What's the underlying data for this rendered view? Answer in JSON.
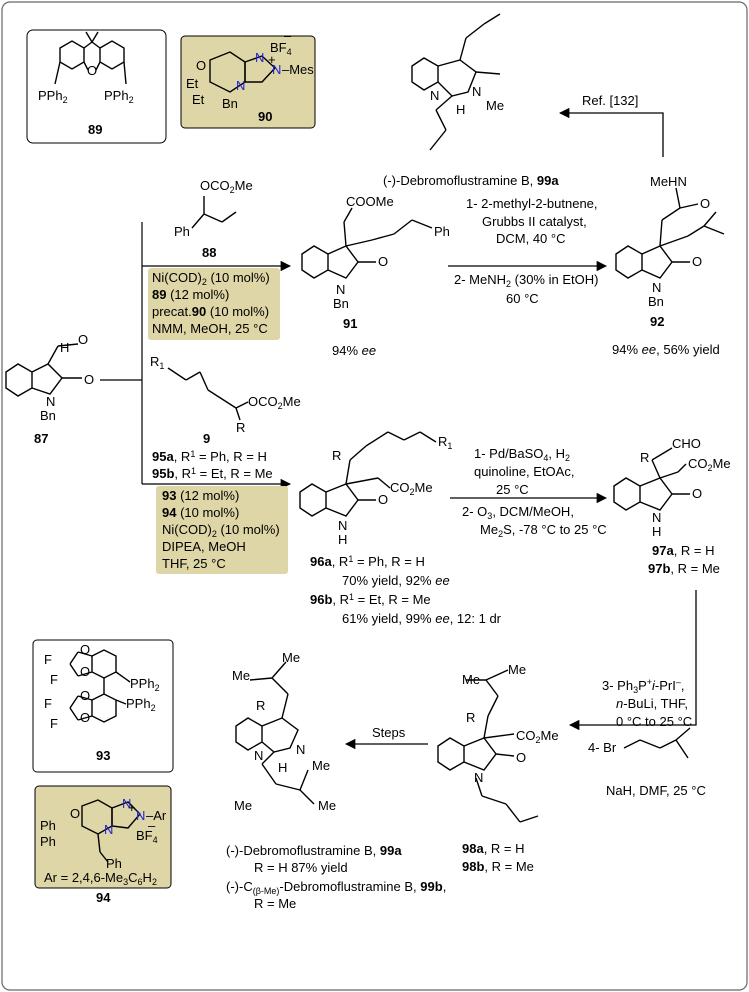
{
  "catalysts": {
    "c89": {
      "sub1": "PPh",
      "sub2": "PPh",
      "two": "2",
      "o": "O",
      "label": "89"
    },
    "c90": {
      "bf": "BF",
      "four": "4",
      "minus": "–",
      "n1": "N",
      "n2": "N",
      "n3": "N",
      "plus": "+",
      "mes": "–Mes",
      "et1": "Et",
      "et2": "Et",
      "bn": "Bn",
      "o": "O",
      "label": "90"
    },
    "c93": {
      "f1": "F",
      "f2": "F",
      "f3": "F",
      "f4": "F",
      "p1": "PPh",
      "p2": "PPh",
      "two": "2",
      "o": "O",
      "label": "93"
    },
    "c94": {
      "ph1": "Ph",
      "ph2": "Ph",
      "ph3": "Ph",
      "o": "O",
      "n": "N",
      "plus": "+",
      "ar": "–Ar",
      "bf": "BF",
      "four": "4",
      "minus": "–",
      "ar_def": "Ar = 2,4,6-Me",
      "ar_def2": "C",
      "ar_def3": "H",
      "three": "3",
      "six": "6",
      "two": "2",
      "label": "94"
    }
  },
  "compounds": {
    "c87": {
      "label": "87",
      "bn": "Bn",
      "n": "N",
      "o": "O",
      "o2": "O",
      "h": "H"
    },
    "c88": {
      "label": "88",
      "group": "OCO",
      "two": "2",
      "me": "Me",
      "ph": "Ph"
    },
    "c9": {
      "label": "9",
      "r1": "R",
      "one": "1",
      "group": "OCO",
      "two": "2",
      "me": "Me",
      "r": "R"
    },
    "c91": {
      "label": "91",
      "ee": "94% ",
      "ee_i": "ee",
      "coome": "COOMe",
      "ph": "Ph",
      "n": "N",
      "bn": "Bn",
      "o": "O"
    },
    "c92": {
      "label": "92",
      "result": "94% ",
      "result_i": "ee",
      "result2": ", 56% yield",
      "mehn": "MeHN",
      "o": "O",
      "n": "N",
      "bn": "Bn"
    },
    "c99a_top": {
      "name": "(-)-Debromoflustramine B, ",
      "label": "99a",
      "n1": "N",
      "n2": "N",
      "h": "H",
      "me": "Me"
    },
    "c96": {
      "a_label": "96a",
      "a_sub": ", R",
      "a_one": "1",
      "a_rest": " = Ph, R = H",
      "a_yield": "70% yield, 92% ",
      "a_ee": "ee",
      "b_label": "96b",
      "b_sub": ", R",
      "b_one": "1",
      "b_rest": " = Et, R  = Me",
      "b_yield": "61% yield, 99% ",
      "b_ee": "ee",
      "b_dr": ", 12: 1 dr",
      "r": "R",
      "r1": "R",
      "one": "1",
      "co2me": "CO",
      "two": "2",
      "me": "Me",
      "n": "N",
      "h": "H",
      "o": "O"
    },
    "c97": {
      "a": "97a",
      "a_rest": ", R = H",
      "b": "97b",
      "b_rest": ", R = Me",
      "r": "R",
      "cho": "CHO",
      "co2me": "CO",
      "two": "2",
      "me": "Me",
      "n": "N",
      "h": "H",
      "o": "O"
    },
    "c98": {
      "a": "98a",
      "a_rest": ", R = H",
      "b": "98b",
      "b_rest": ", R = Me",
      "r": "R",
      "me1": "Me",
      "me2": "Me",
      "co2me": "CO",
      "two": "2",
      "me3": "Me",
      "n": "N",
      "o": "O"
    },
    "c99_bottom": {
      "l1": "(-)-Debromoflustramine B, ",
      "l1b": "99a",
      "l2": "R = H 87% yield",
      "l3a": "(-)-C",
      "l3sub": "(β-Me)",
      "l3b": "-Debromoflustramine B, ",
      "l3c": "99b",
      "l3d": ",",
      "l4": "R = Me",
      "r": "R",
      "me1": "Me",
      "me2": "Me",
      "me3": "Me",
      "n1": "N",
      "n2": "N",
      "h": "H"
    }
  },
  "subs": {
    "s95a": "95a",
    "s95a_rest": ", R",
    "s95a_one": "1",
    "s95a_end": " = Ph, R = H",
    "s95b": "95b",
    "s95b_rest": ", R",
    "s95b_one": "1",
    "s95b_end": " = Et, R  = Me"
  },
  "conditions": {
    "top_box": {
      "l1a": "Ni(COD)",
      "l1s": "2",
      "l1b": " (10 mol%)",
      "l2a": "89",
      "l2b": " (12 mol%)",
      "l3a": "precat.",
      "l3b": "90",
      "l3c": " (10 mol%)",
      "l4": "NMM, MeOH, 25 °C"
    },
    "bot_box": {
      "l1a": "93",
      "l1b": " (12 mol%)",
      "l2a": "94",
      "l2b": " (10 mol%)",
      "l3a": "Ni(COD)",
      "l3s": "2",
      "l3b": " (10 mol%)",
      "l4": "DIPEA, MeOH",
      "l5": "THF, 25 °C"
    },
    "step_91_92": {
      "l1": "1- 2-methyl-2-butnene,",
      "l2": "Grubbs II catalyst,",
      "l3": "DCM, 40 °C",
      "l4a": "2- MeNH",
      "l4s": "2",
      "l4b": " (30% in EtOH)",
      "l5": "60 °C"
    },
    "ref": "Ref. [132]",
    "step_96_97": {
      "l1a": "1- Pd/BaSO",
      "l1s": "4",
      "l1b": ", H",
      "l1s2": "2",
      "l2": "quinoline, EtOAc,",
      "l3": "25 °C",
      "l4a": "2- O",
      "l4s": "3",
      "l4b": ", DCM/MeOH,",
      "l5a": "Me",
      "l5s": "2",
      "l5b": "S, -78 °C to 25 °C"
    },
    "step_97_98": {
      "l1a": "3- Ph",
      "l1s": "3",
      "l1b": "P",
      "l1sup": "+",
      "l1c": "i",
      "l1d": "-PrI",
      "l1sup2": "–",
      "l1e": ",",
      "l2a": "n",
      "l2b": "-BuLi, THF,",
      "l3": "0 °C to  25 °C",
      "l4a": "4- Br",
      "l5": "NaH, DMF, 25 °C"
    },
    "steps": "Steps"
  }
}
